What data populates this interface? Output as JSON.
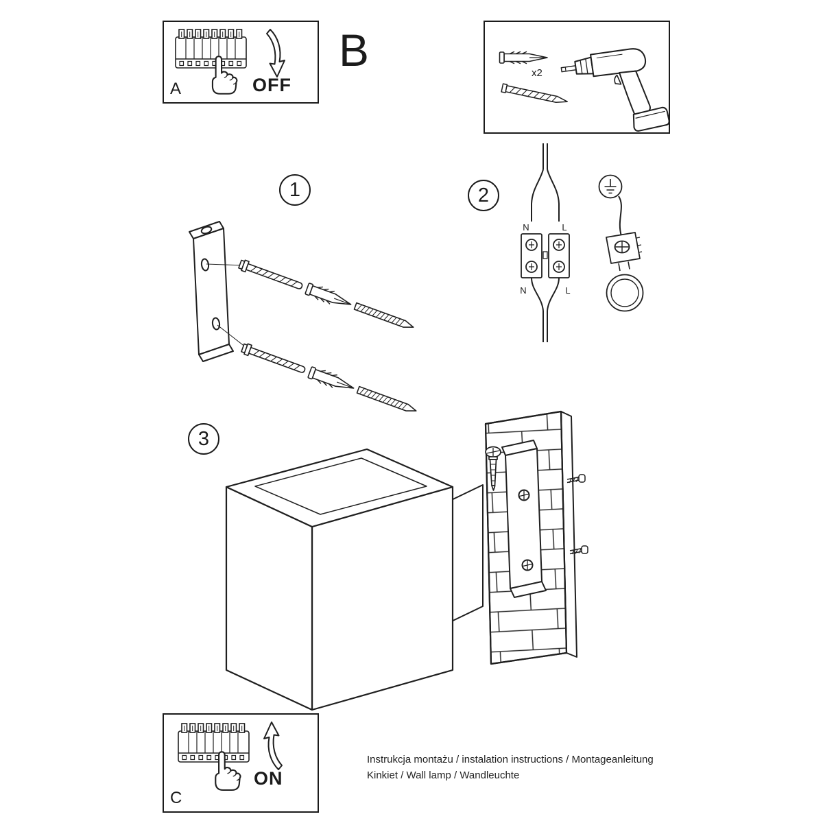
{
  "page": {
    "background": "#ffffff",
    "ink": "#1f1f1f"
  },
  "panel_a": {
    "label": "A",
    "action": "OFF"
  },
  "section_b": {
    "label": "B",
    "anchor_qty": "x2"
  },
  "panel_c": {
    "label": "C",
    "action": "ON"
  },
  "steps": [
    {
      "number": "1"
    },
    {
      "number": "2"
    },
    {
      "number": "3"
    }
  ],
  "wiring": {
    "top_left": "N",
    "top_right": "L",
    "bottom_left": "N",
    "bottom_right": "L"
  },
  "footer": {
    "line1": "Instrukcja montażu / instalation instructions / Montageanleitung",
    "line2": "Kinkiet / Wall lamp / Wandleuchte"
  },
  "icons": {
    "breaker": "circuit-breaker-panel-icon",
    "hand": "pressing-hand-icon",
    "arrow_down": "curved-arrow-down-icon",
    "arrow_up": "curved-arrow-up-icon",
    "anchor": "wall-plug-anchor-icon",
    "screw": "mounting-screw-icon",
    "drill": "power-drill-icon",
    "bracket": "mounting-bracket-icon",
    "terminal": "terminal-block-icon",
    "earth": "earth-ground-symbol-icon",
    "lamp": "cube-wall-lamp-icon",
    "wall": "brick-wall-icon"
  }
}
